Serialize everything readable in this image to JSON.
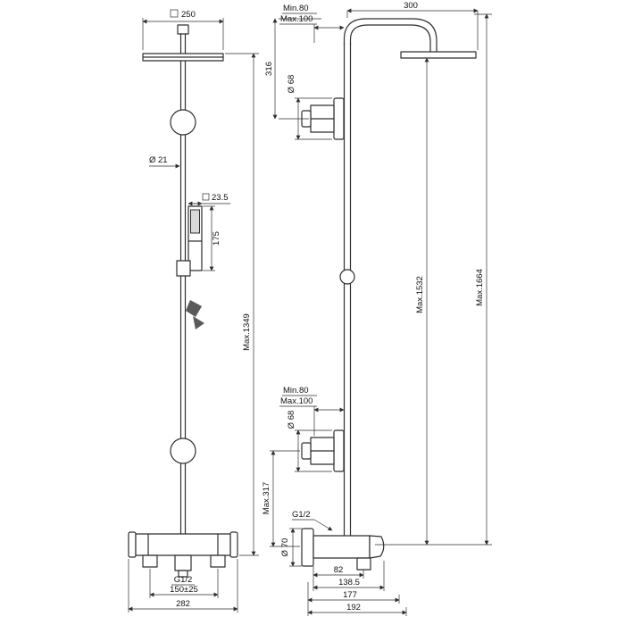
{
  "colors": {
    "background": "#ffffff",
    "line": "#2e2e2e",
    "text": "#111111",
    "shade_fill": "#d9d9d9",
    "dark_fill": "#5a5a5a"
  },
  "icons": {
    "square_section_symbol": "□"
  },
  "dimensions": {
    "front_view": {
      "head_width": "250",
      "rail_diameter": "Ø 21",
      "handset_width": "23.5",
      "handset_length": "175",
      "max_height": "Max.1349",
      "outlet_thread": "G1/2",
      "inlet_spacing": "150±25",
      "overall_width": "282"
    },
    "side_view": {
      "top_offset_min": "Min.80",
      "top_offset_max": "Max.100",
      "arm_reach": "300",
      "head_drop": "316",
      "top_valve_diameter": "Ø 68",
      "max_height_to_head": "Max.1532",
      "max_height_overall": "Max.1664",
      "lower_offset_min": "Min.80",
      "lower_offset_max": "Max.100",
      "lower_valve_diameter": "Ø 68",
      "valve_to_spout_max": "Max.317",
      "inlet_thread": "G1/2",
      "spout_diameter": "Ø 70",
      "depth_82": "82",
      "depth_138_5": "138.5",
      "depth_177": "177",
      "depth_192": "192"
    }
  }
}
